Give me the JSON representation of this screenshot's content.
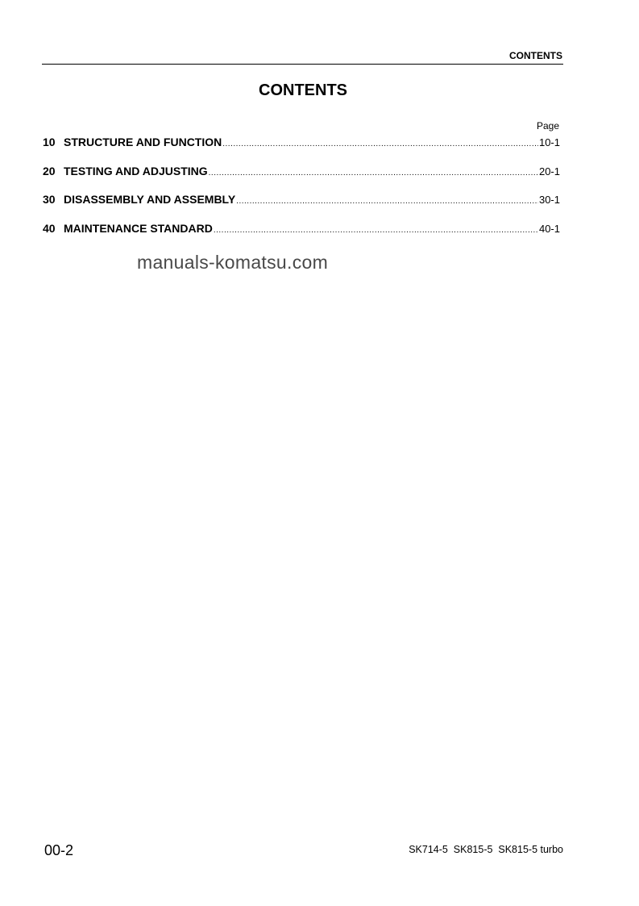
{
  "header": {
    "running_title": "CONTENTS"
  },
  "title": "CONTENTS",
  "page_column_label": "Page",
  "entries": [
    {
      "number": "10",
      "label": "STRUCTURE AND FUNCTION",
      "page": "10-1"
    },
    {
      "number": "20",
      "label": "TESTING AND ADJUSTING",
      "page": "20-1"
    },
    {
      "number": "30",
      "label": "DISASSEMBLY AND ASSEMBLY",
      "page": "30-1"
    },
    {
      "number": "40",
      "label": "MAINTENANCE STANDARD",
      "page": "40-1"
    }
  ],
  "watermark": "manuals-komatsu.com",
  "footer": {
    "page_number": "00-2",
    "models": "SK714-5  SK815-5  SK815-5 turbo"
  }
}
